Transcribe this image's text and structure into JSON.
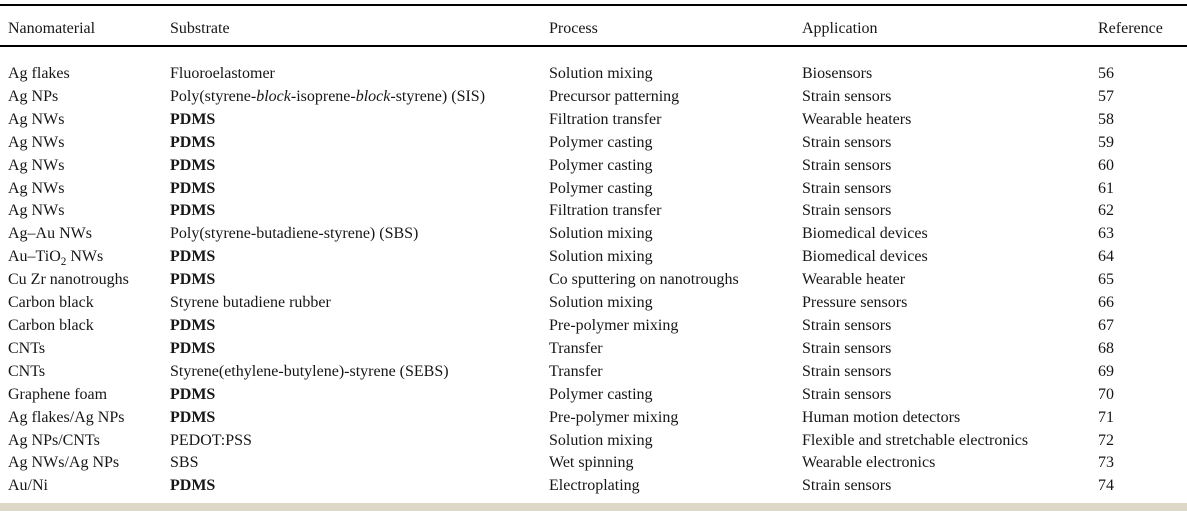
{
  "table": {
    "columns": [
      {
        "key": "nanomaterial",
        "label": "Nanomaterial"
      },
      {
        "key": "substrate",
        "label": "Substrate"
      },
      {
        "key": "process",
        "label": "Process"
      },
      {
        "key": "application",
        "label": "Application"
      },
      {
        "key": "reference",
        "label": "Reference"
      }
    ],
    "rows": [
      {
        "nanomaterial": "Ag flakes",
        "substrate": "Fluoroelastomer",
        "substrate_bold": false,
        "process": "Solution mixing",
        "application": "Biosensors",
        "reference": "56"
      },
      {
        "nanomaterial": "Ag NPs",
        "substrate": "Poly(styrene-*block*-isoprene-*block*-styrene) (SIS)",
        "substrate_bold": false,
        "process": "Precursor patterning",
        "application": "Strain sensors",
        "reference": "57"
      },
      {
        "nanomaterial": "Ag NWs",
        "substrate": "PDMS",
        "substrate_bold": true,
        "process": "Filtration transfer",
        "application": "Wearable heaters",
        "reference": "58"
      },
      {
        "nanomaterial": "Ag NWs",
        "substrate": "PDMS",
        "substrate_bold": true,
        "process": "Polymer casting",
        "application": "Strain sensors",
        "reference": "59"
      },
      {
        "nanomaterial": "Ag NWs",
        "substrate": "PDMS",
        "substrate_bold": true,
        "process": "Polymer casting",
        "application": "Strain sensors",
        "reference": "60"
      },
      {
        "nanomaterial": "Ag NWs",
        "substrate": "PDMS",
        "substrate_bold": true,
        "process": "Polymer casting",
        "application": "Strain sensors",
        "reference": "61"
      },
      {
        "nanomaterial": "Ag NWs",
        "substrate": "PDMS",
        "substrate_bold": true,
        "process": "Filtration transfer",
        "application": "Strain sensors",
        "reference": "62"
      },
      {
        "nanomaterial": "Ag–Au NWs",
        "substrate": "Poly(styrene-butadiene-styrene) (SBS)",
        "substrate_bold": false,
        "process": "Solution mixing",
        "application": "Biomedical devices",
        "reference": "63"
      },
      {
        "nanomaterial": "Au–TiO~2~ NWs",
        "substrate": "PDMS",
        "substrate_bold": true,
        "process": "Solution mixing",
        "application": "Biomedical devices",
        "reference": "64"
      },
      {
        "nanomaterial": "Cu Zr nanotroughs",
        "substrate": "PDMS",
        "substrate_bold": true,
        "process": "Co sputtering on nanotroughs",
        "application": "Wearable heater",
        "reference": "65"
      },
      {
        "nanomaterial": "Carbon black",
        "substrate": "Styrene butadiene rubber",
        "substrate_bold": false,
        "process": "Solution mixing",
        "application": "Pressure sensors",
        "reference": "66"
      },
      {
        "nanomaterial": "Carbon black",
        "substrate": "PDMS",
        "substrate_bold": true,
        "process": "Pre-polymer mixing",
        "application": "Strain sensors",
        "reference": "67"
      },
      {
        "nanomaterial": "CNTs",
        "substrate": "PDMS",
        "substrate_bold": true,
        "process": "Transfer",
        "application": "Strain sensors",
        "reference": "68"
      },
      {
        "nanomaterial": "CNTs",
        "substrate": "Styrene(ethylene-butylene)-styrene (SEBS)",
        "substrate_bold": false,
        "process": "Transfer",
        "application": "Strain sensors",
        "reference": "69"
      },
      {
        "nanomaterial": "Graphene foam",
        "substrate": "PDMS",
        "substrate_bold": true,
        "process": "Polymer casting",
        "application": "Strain sensors",
        "reference": "70"
      },
      {
        "nanomaterial": "Ag flakes/Ag NPs",
        "substrate": "PDMS",
        "substrate_bold": true,
        "process": "Pre-polymer mixing",
        "application": "Human motion detectors",
        "reference": "71"
      },
      {
        "nanomaterial": "Ag NPs/CNTs",
        "substrate": "PEDOT:PSS",
        "substrate_bold": false,
        "process": "Solution mixing",
        "application": "Flexible and stretchable electronics",
        "reference": "72"
      },
      {
        "nanomaterial": "Ag NWs/Ag NPs",
        "substrate": "SBS",
        "substrate_bold": false,
        "process": "Wet spinning",
        "application": "Wearable electronics",
        "reference": "73"
      },
      {
        "nanomaterial": "Au/Ni",
        "substrate": "PDMS",
        "substrate_bold": true,
        "process": "Electroplating",
        "application": "Strain sensors",
        "reference": "74"
      }
    ]
  },
  "colors": {
    "text": "#161616",
    "rule": "#000000",
    "bottom_band": "#ddd8c8",
    "background": "#ffffff"
  }
}
